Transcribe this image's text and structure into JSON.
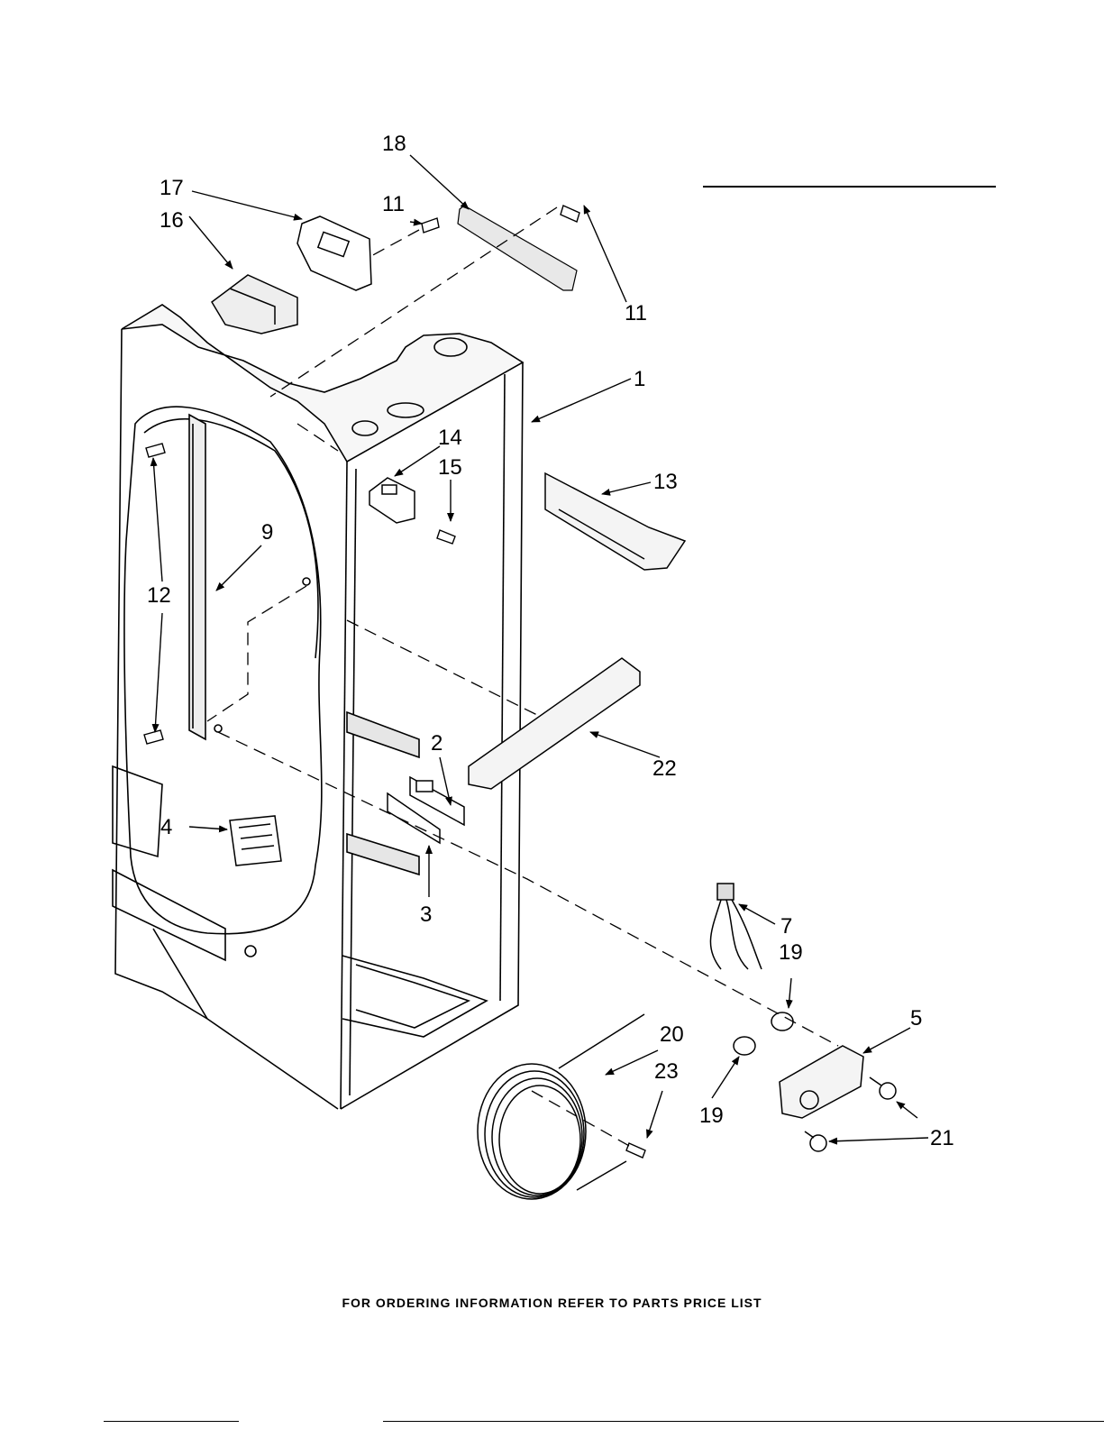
{
  "diagram": {
    "callouts": [
      {
        "id": "c1",
        "label": "1"
      },
      {
        "id": "c2",
        "label": "2"
      },
      {
        "id": "c3",
        "label": "3"
      },
      {
        "id": "c4",
        "label": "4"
      },
      {
        "id": "c5",
        "label": "5"
      },
      {
        "id": "c7",
        "label": "7"
      },
      {
        "id": "c9",
        "label": "9"
      },
      {
        "id": "c11a",
        "label": "11"
      },
      {
        "id": "c11b",
        "label": "11"
      },
      {
        "id": "c12",
        "label": "12"
      },
      {
        "id": "c13",
        "label": "13"
      },
      {
        "id": "c14",
        "label": "14"
      },
      {
        "id": "c15",
        "label": "15"
      },
      {
        "id": "c16",
        "label": "16"
      },
      {
        "id": "c17",
        "label": "17"
      },
      {
        "id": "c18",
        "label": "18"
      },
      {
        "id": "c19a",
        "label": "19"
      },
      {
        "id": "c19b",
        "label": "19"
      },
      {
        "id": "c20",
        "label": "20"
      },
      {
        "id": "c21",
        "label": "21"
      },
      {
        "id": "c22",
        "label": "22"
      },
      {
        "id": "c23",
        "label": "23"
      }
    ]
  },
  "footer": {
    "note": "FOR ORDERING INFORMATION REFER TO PARTS PRICE LIST"
  }
}
